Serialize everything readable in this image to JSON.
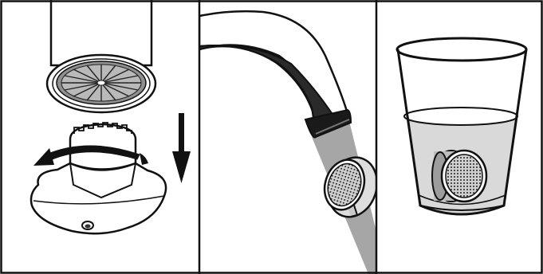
{
  "figure": {
    "panel_count": 3,
    "colors": {
      "background": "#ffffff",
      "ink": "#111111",
      "light_gray": "#d9d9d9",
      "mid_gray": "#b3b3b3",
      "water_gray": "#a6a6a6",
      "dark_fill": "#2a2a2a"
    },
    "panels": [
      {
        "id": "panel-1",
        "depicts": "remove-aerator-from-faucet",
        "arrow_icons": [
          "rotate-arrow-icon",
          "down-arrow-icon"
        ]
      },
      {
        "id": "panel-2",
        "depicts": "rinse-aerator-under-water-stream",
        "arrow_icons": []
      },
      {
        "id": "panel-3",
        "depicts": "soak-aerator-in-glass",
        "arrow_icons": []
      }
    ]
  }
}
